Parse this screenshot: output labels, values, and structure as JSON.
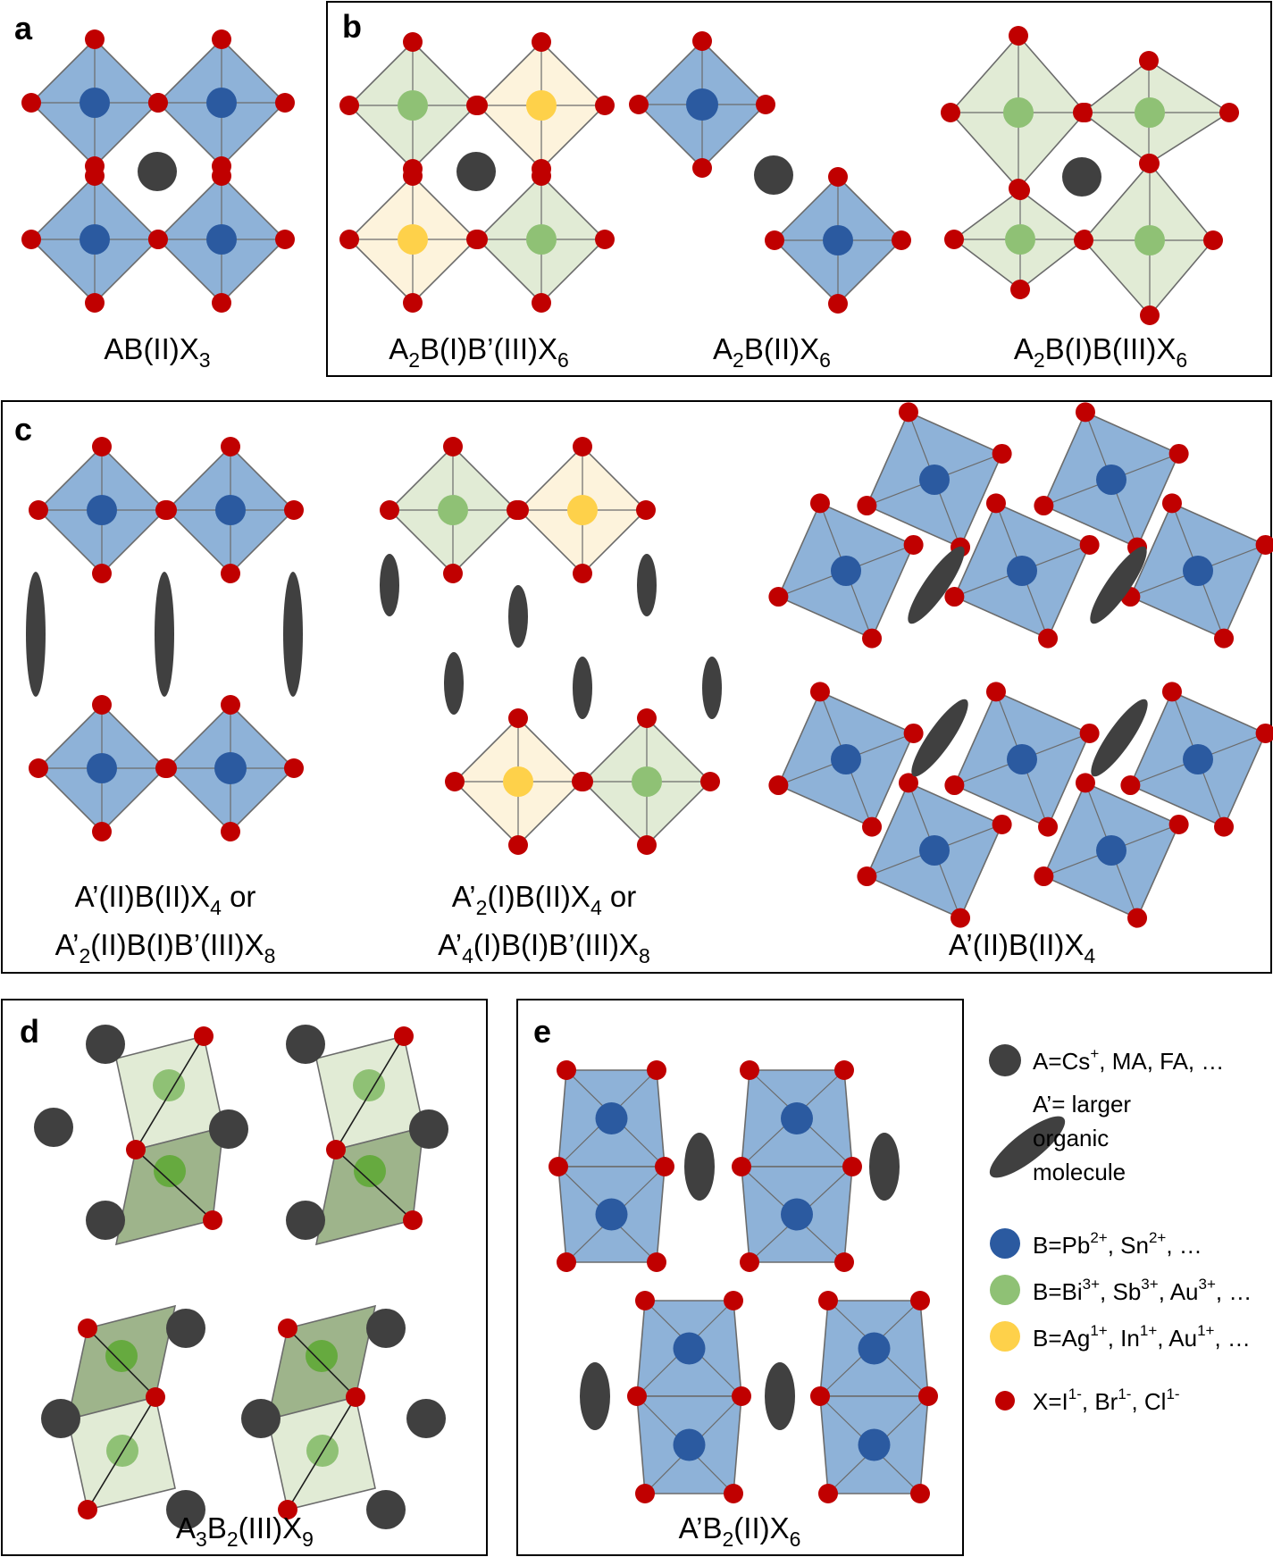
{
  "panels": {
    "a": {
      "label": "a",
      "formula": [
        {
          "t": "AB(II)X"
        },
        {
          "sub": "3"
        }
      ]
    },
    "b": {
      "label": "b",
      "formulas": [
        [
          {
            "t": "A"
          },
          {
            "sub": "2"
          },
          {
            "t": "B(I)B’(III)X"
          },
          {
            "sub": "6"
          }
        ],
        [
          {
            "t": "A"
          },
          {
            "sub": "2"
          },
          {
            "t": "B(II)X"
          },
          {
            "sub": "6"
          }
        ],
        [
          {
            "t": "A"
          },
          {
            "sub": "2"
          },
          {
            "t": "B(I)B(III)X"
          },
          {
            "sub": "6"
          }
        ]
      ]
    },
    "c": {
      "label": "c",
      "formulas": [
        [
          {
            "t": "A’(II)B(II)X"
          },
          {
            "sub": "4"
          },
          {
            "t": " or"
          }
        ],
        [
          {
            "t": "A’"
          },
          {
            "sub": "2"
          },
          {
            "t": "(II)B(I)B’(III)X"
          },
          {
            "sub": "8"
          }
        ],
        [
          {
            "t": "A’"
          },
          {
            "sub": "2"
          },
          {
            "t": "(I)B(II)X"
          },
          {
            "sub": "4"
          },
          {
            "t": " or"
          }
        ],
        [
          {
            "t": "A’"
          },
          {
            "sub": "4"
          },
          {
            "t": "(I)B(I)B’(III)X"
          },
          {
            "sub": "8"
          }
        ],
        [
          {
            "t": "A’(II)B(II)X"
          },
          {
            "sub": "4"
          }
        ]
      ]
    },
    "d": {
      "label": "d",
      "formula": [
        {
          "t": "A"
        },
        {
          "sub": "3"
        },
        {
          "t": "B"
        },
        {
          "sub": "2"
        },
        {
          "t": "(III)X"
        },
        {
          "sub": "9"
        }
      ]
    },
    "e": {
      "label": "e",
      "formula": [
        {
          "t": "A’B"
        },
        {
          "sub": "2"
        },
        {
          "t": "(II)X"
        },
        {
          "sub": "6"
        }
      ]
    }
  },
  "legend": [
    {
      "marker": "A",
      "lines": [
        [
          {
            "t": "A=Cs"
          },
          {
            "sup": "+"
          },
          {
            "t": ", MA, FA, …"
          }
        ]
      ]
    },
    {
      "marker": "A-prime",
      "lines": [
        [
          {
            "t": "A’= larger"
          }
        ],
        [
          {
            "t": "organic"
          }
        ],
        [
          {
            "t": "molecule"
          }
        ]
      ]
    },
    {
      "marker": "B-blue",
      "lines": [
        [
          {
            "t": "B=Pb"
          },
          {
            "sup": "2+"
          },
          {
            "t": ", Sn"
          },
          {
            "sup": "2+"
          },
          {
            "t": ", …"
          }
        ]
      ]
    },
    {
      "marker": "B-green",
      "lines": [
        [
          {
            "t": "B=Bi"
          },
          {
            "sup": "3+"
          },
          {
            "t": ", Sb"
          },
          {
            "sup": "3+"
          },
          {
            "t": ", Au"
          },
          {
            "sup": "3+"
          },
          {
            "t": ", …"
          }
        ]
      ]
    },
    {
      "marker": "B-yellow",
      "lines": [
        [
          {
            "t": "B=Ag"
          },
          {
            "sup": "1+"
          },
          {
            "t": ", In"
          },
          {
            "sup": "1+"
          },
          {
            "t": ", Au"
          },
          {
            "sup": "1+"
          },
          {
            "t": ", …"
          }
        ]
      ]
    },
    {
      "marker": "X",
      "lines": [
        [
          {
            "t": "X=I"
          },
          {
            "sup": "1-"
          },
          {
            "t": ", Br"
          },
          {
            "sup": "1-"
          },
          {
            "t": ", Cl"
          },
          {
            "sup": "1-"
          }
        ]
      ]
    }
  ],
  "colors": {
    "x_atom": "#c00000",
    "a_atom": "#404040",
    "blue_fill": "#8eb2d8",
    "blue_atom": "#2b5aa0",
    "green_fill": "#e1ebd5",
    "green_atom": "#8fc175",
    "yellow_fill": "#fdf3dc",
    "yellow_atom": "#fed14a",
    "dark_green_fill": "#9eb48b",
    "dark_green_atom": "#66aa3f",
    "bond": "#6b6b6b",
    "frame": "#000000"
  }
}
